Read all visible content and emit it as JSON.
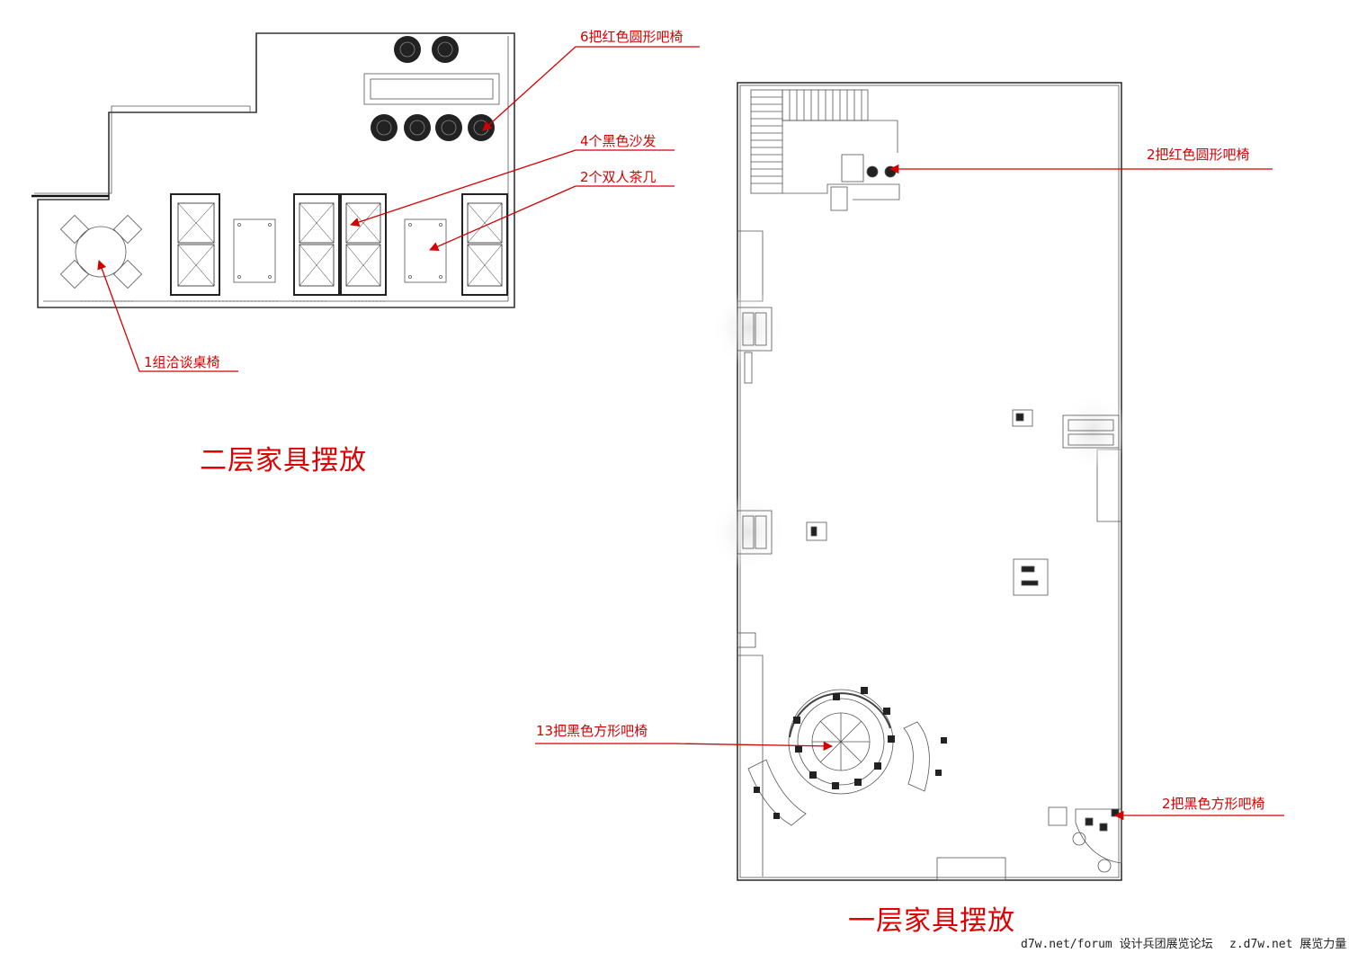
{
  "colors": {
    "annotation": "#d40000",
    "title": "#e00000",
    "line": "#333333"
  },
  "floor2": {
    "title": "二层家具摆放",
    "labels": {
      "red_round_stools": "6把红色圆形吧椅",
      "black_sofas": "4个黑色沙发",
      "double_tea_tables": "2个双人茶几",
      "meeting_set": "1组洽谈桌椅"
    }
  },
  "floor1": {
    "title": "一层家具摆放",
    "labels": {
      "red_round_stools": "2把红色圆形吧椅",
      "black_square_stools_13": "13把黑色方形吧椅",
      "black_square_stools_2": "2把黑色方形吧椅"
    }
  },
  "watermark": {
    "left": "d7w.net/forum 设计兵团展览论坛",
    "right": "z.d7w.net 展览力量"
  }
}
